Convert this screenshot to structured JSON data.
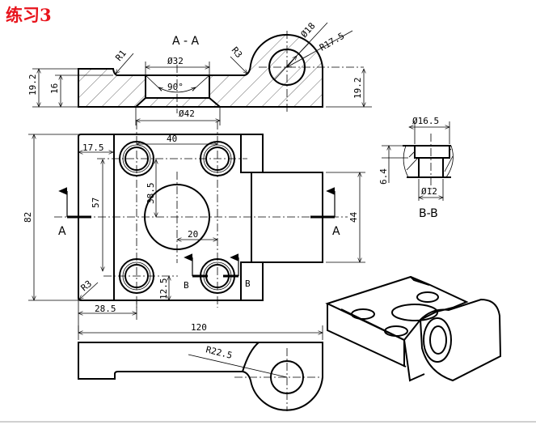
{
  "title": "练习3",
  "section_aa": {
    "label": "A - A",
    "dims": {
      "r1": "R1",
      "r3": "R3",
      "d32": "Ø32",
      "d42": "Ø42",
      "angle90": "90°",
      "d18": "Ø18",
      "r17_5": "R17.5",
      "h19_2_left": "19.2",
      "h16": "16",
      "h19_2_right": "19.2"
    }
  },
  "top_view": {
    "dims": {
      "d82": "82",
      "d57": "57",
      "d38_5": "38.5",
      "d40": "40",
      "d17_5": "17.5",
      "d20": "20",
      "d12_5": "12.5",
      "d28_5": "28.5",
      "d44": "44",
      "r3": "R3"
    },
    "section_marks": {
      "a_left": "A",
      "a_right": "A",
      "b_left": "B",
      "b_right": "B"
    }
  },
  "section_bb": {
    "label": "B-B",
    "dims": {
      "d16_5": "Ø16.5",
      "d12": "Ø12",
      "h6_4": "6.4"
    }
  },
  "front_view": {
    "dims": {
      "d120": "120",
      "r22_5": "R22.5"
    }
  },
  "colors": {
    "title": "#e8141c",
    "line": "#000000"
  }
}
